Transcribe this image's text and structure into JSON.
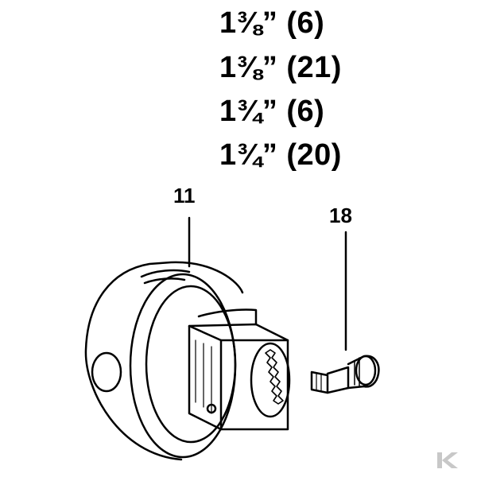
{
  "size_labels": [
    "1⅜” (6)",
    "1⅜” (21)",
    "1¾” (6)",
    "1¾” (20)"
  ],
  "callouts": {
    "part_11": "11",
    "part_18": "18"
  },
  "parts": {
    "part_11": "yoke-hub-icon",
    "part_18": "grease-nipple-icon"
  },
  "watermark": {
    "icon": "k-logo-icon",
    "color": "#c8c8c8"
  }
}
